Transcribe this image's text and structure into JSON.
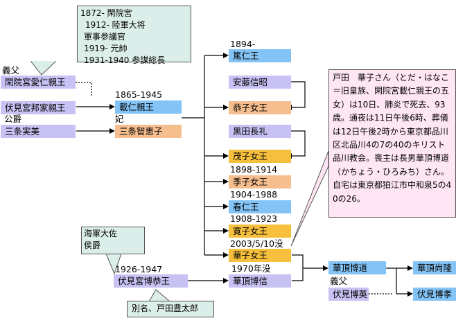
{
  "kanin_note": {
    "lines": [
      "1872-  閑院宮",
      "1912-  陸軍大将",
      "軍事参議官",
      "1919-  元帥",
      "1931-1940  参謀総長"
    ]
  },
  "left": {
    "gifu_label": "義父",
    "kotohito": "閑院宮愛仁親王",
    "fushimi_sadanaru": "伏見宮邦家親王",
    "koshaku": "公爵",
    "sanjo": "三条実美"
  },
  "center": {
    "years_naruhito": "1865-1945",
    "naruhito": "載仁親王",
    "hi_label": "妃",
    "chieko": "三条智恵子"
  },
  "children": {
    "year_atsuhito": "1894-",
    "atsuhito": "篤仁王",
    "ando": "安藤信昭",
    "kyoko": "恭子女王",
    "kuroda": "黒田長礼",
    "shigeko": "茂子女王",
    "years_sueko": "1898-1914",
    "sueko": "季子女王",
    "years_haruhito": "1904-1988",
    "haruhito": "春仁王",
    "years_hiroko": "1908-1923",
    "hiroko": "寛子女王",
    "death_hanako": "2003/5/10没",
    "hanako": "華子女王",
    "death_hirotada": "1970年没",
    "hirotada": "華頂博信"
  },
  "navy_note": {
    "lines": [
      "海軍大佐",
      "侯爵"
    ]
  },
  "hiroyoshi": {
    "years": "1926-1947",
    "name": "伏見宮博恭王"
  },
  "alias_note": {
    "text": "別名、戸田豊太郎"
  },
  "news_note": {
    "text": "戸田　華子さん（とだ・はなこ＝旧皇族、閑院宮載仁親王の五女）は10日、肺炎で死去、93歳。通夜は11日午後6時、葬儀は12日午後2時から東京都品川区北品川4の7の40のキリスト品川教会。喪主は長男華頂博道（かちょう・ひろみち）さん。自宅は東京都狛江市中和泉5の40の26。"
  },
  "grandchildren": {
    "hiromichi": "華頂博道",
    "gifu_label": "義父",
    "hirohide": "伏見博英",
    "naotaka": "華頂尚隆",
    "hirotaka": "伏見博孝"
  }
}
